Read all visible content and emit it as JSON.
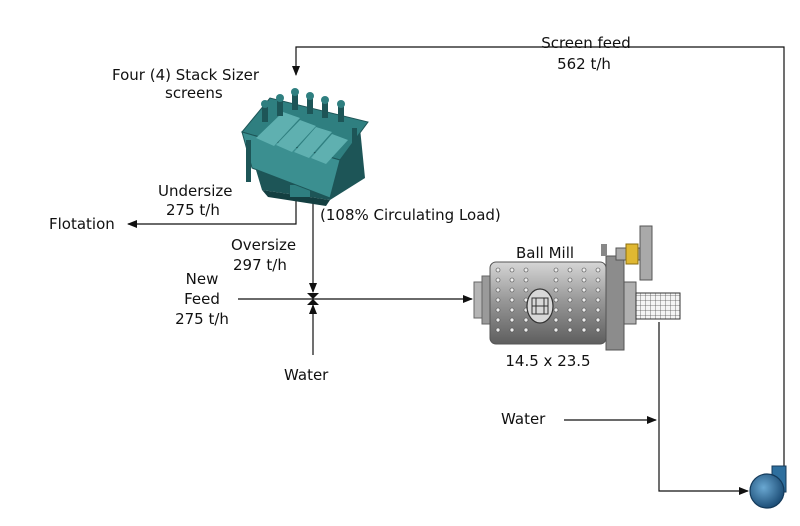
{
  "labels": {
    "screen_feed": "Screen feed",
    "screen_feed_rate": "562 t/h",
    "screens_line1": "Four (4) Stack Sizer",
    "screens_line2": "screens",
    "undersize": "Undersize",
    "undersize_rate": "275 t/h",
    "flotation": "Flotation",
    "circulating_load": "(108% Circulating Load)",
    "oversize": "Oversize",
    "oversize_rate": "297 t/h",
    "new_feed_line1": "New",
    "new_feed_line2": "Feed",
    "new_feed_rate": "275 t/h",
    "water_mixer": "Water",
    "ball_mill": "Ball Mill",
    "mill_size": "14.5 x 23.5",
    "water_pump": "Water"
  },
  "colors": {
    "line": "#111111",
    "screen_teal": "#2f7f80",
    "screen_dark": "#1d5557",
    "mill_gray": "#9a9a9a",
    "pump_blue": "#2e6f9e",
    "motor_yellow": "#e0b832"
  }
}
